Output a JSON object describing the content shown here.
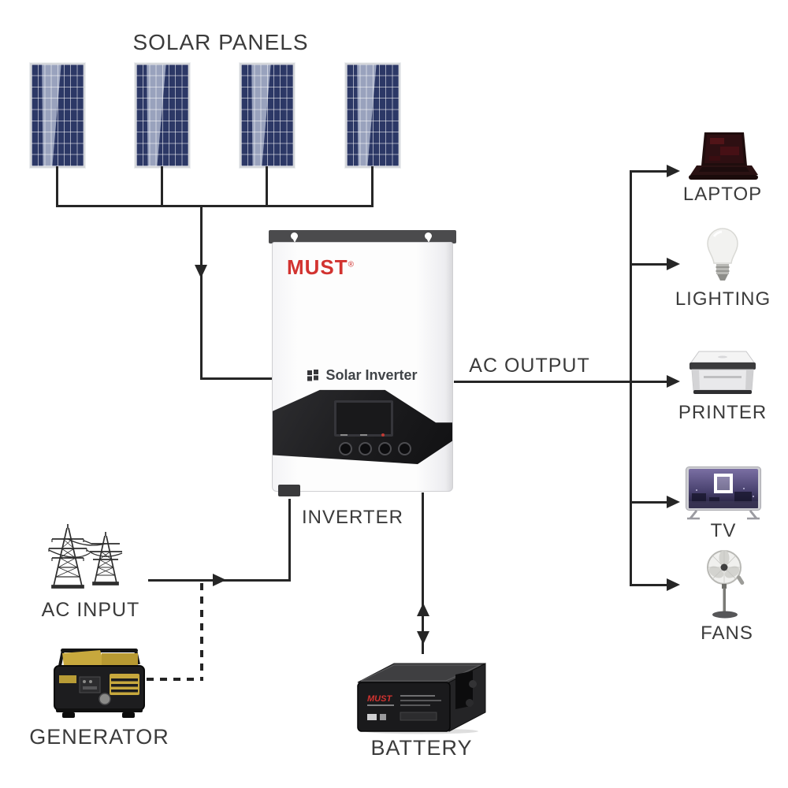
{
  "title": "SOLAR PANELS",
  "solar": {
    "label": "SOLAR PANELS",
    "panel_count": 4
  },
  "inverter": {
    "brand": "MUST",
    "registered_mark": "®",
    "product_name": "Solar Inverter",
    "label": "INVERTER"
  },
  "battery": {
    "brand": "MUST",
    "label": "BATTERY"
  },
  "ac_input": {
    "label": "AC INPUT"
  },
  "generator": {
    "label": "GENERATOR"
  },
  "ac_output": {
    "label": "AC OUTPUT",
    "devices": [
      {
        "id": "laptop",
        "label": "LAPTOP",
        "icon": "laptop-icon"
      },
      {
        "id": "lighting",
        "label": "LIGHTING",
        "icon": "light-bulb-icon"
      },
      {
        "id": "printer",
        "label": "PRINTER",
        "icon": "printer-icon"
      },
      {
        "id": "tv",
        "label": "TV",
        "icon": "tv-icon"
      },
      {
        "id": "fans",
        "label": "FANS",
        "icon": "pedestal-fan-icon"
      }
    ]
  },
  "colors": {
    "background": "#ffffff",
    "wire": "#262626",
    "label_text": "#3b3b3b",
    "brand_red": "#d23330",
    "panel_blue_dark": "#2c3866",
    "panel_blue_light": "#99a2bd",
    "generator_yellow": "#c7a83d"
  }
}
